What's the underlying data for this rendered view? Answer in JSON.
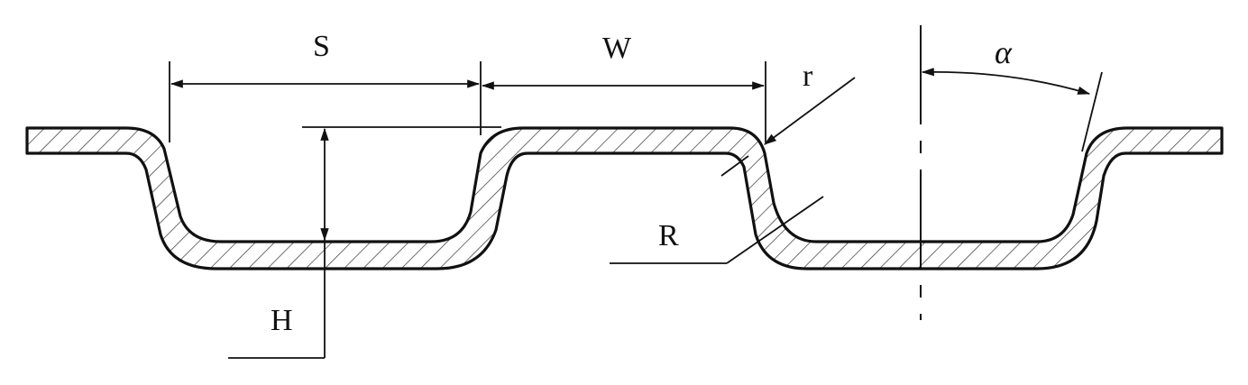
{
  "labels": {
    "pitch": "S",
    "width": "W",
    "height": "H",
    "inner_radius": "r",
    "outer_radius": "R",
    "angle": "α"
  },
  "colors": {
    "line": "#111111",
    "background": "#ffffff"
  }
}
